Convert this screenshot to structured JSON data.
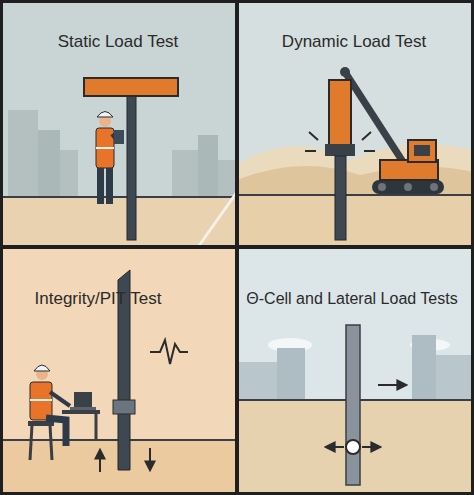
{
  "diagram": {
    "nodes": [
      {
        "text": [
          "Static Load Test"
        ]
      },
      {
        "text": [
          "Dynamic Load Test"
        ]
      },
      {
        "text": [
          "Integrity/PIT Test"
        ]
      },
      {
        "text": [
          "Θ-Cell and Lateral Load Tests"
        ]
      }
    ]
  }
}
